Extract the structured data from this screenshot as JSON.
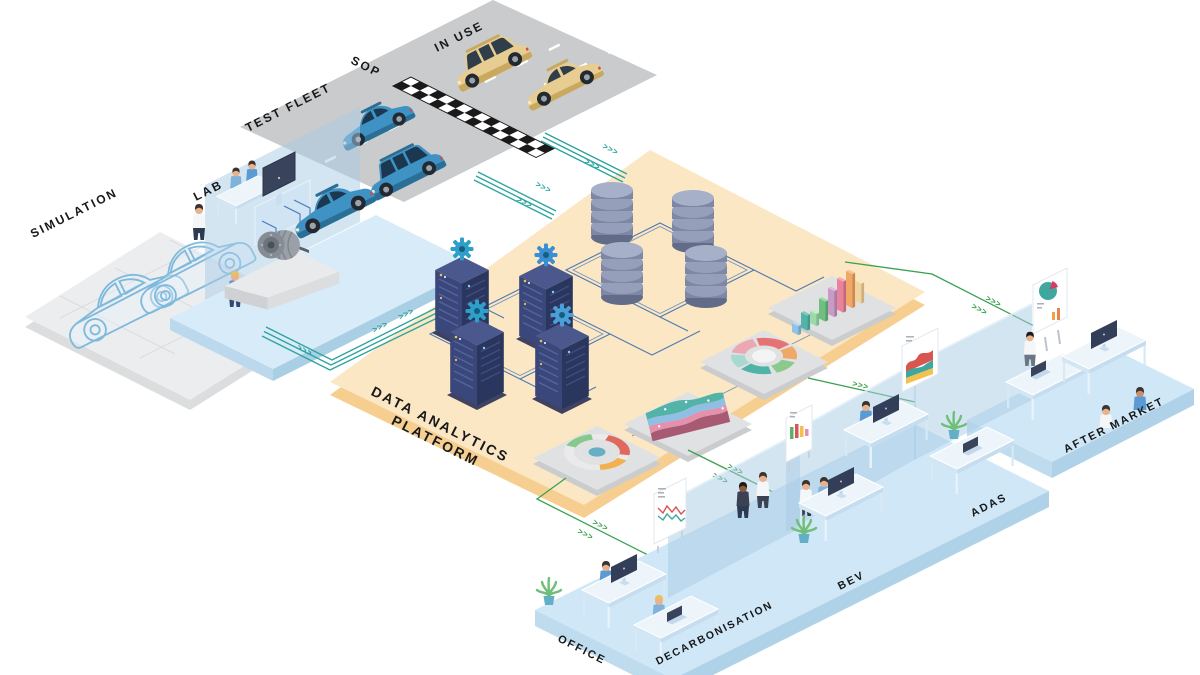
{
  "diagram": {
    "type": "isometric-automotive-data-analytics-illustration",
    "flow_marker": ">>>",
    "zones": {
      "simulation": {
        "label": "SIMULATION",
        "items": [
          "wireframe-car",
          "wireframe-car"
        ]
      },
      "lab": {
        "label": "LAB",
        "items": [
          "test-bench-screen",
          "electric-motor",
          "test-car",
          "engineers"
        ]
      },
      "test_fleet": {
        "label": "TEST FLEET",
        "items": [
          "test-car",
          "test-car"
        ]
      },
      "sop": {
        "label": "SOP",
        "items": [
          "checkered-start-of-production-line"
        ]
      },
      "in_use": {
        "label": "IN USE",
        "items": [
          "customer-car",
          "customer-car"
        ]
      },
      "data_platform": {
        "label_line1": "DATA ANALYTICS",
        "label_line2": "PLATFORM",
        "items": [
          "server-rack",
          "server-rack",
          "server-rack",
          "server-rack",
          "database",
          "database",
          "database",
          "database",
          "gauge-chart",
          "stacked-area-chart",
          "donut-chart",
          "3d-bar-chart"
        ]
      },
      "office": {
        "label": "OFFICE",
        "sections": [
          {
            "label": "DECARBONISATION",
            "items": [
              "flipchart-line-chart",
              "desk-with-monitor",
              "desk-with-laptop",
              "plant"
            ]
          },
          {
            "label": "BEV",
            "items": [
              "flipchart-bar-chart",
              "presenting-team",
              "desk-with-monitor",
              "plant"
            ]
          },
          {
            "label": "ADAS",
            "items": [
              "poster-area-chart",
              "desk-with-monitor",
              "desk-with-laptop",
              "plant"
            ]
          },
          {
            "label": "AFTER MARKET",
            "items": [
              "poster-pie-chart",
              "team-desk-with-monitors"
            ]
          }
        ]
      }
    },
    "colors": {
      "background": "#FFFFFF",
      "platform_top": "#FBE7C3",
      "platform_edge": "#F6CE90",
      "office_floor": "#CFE7F6",
      "office_floor_edge": "#AFD2E8",
      "office_wall": "#A9CCE5",
      "road": "#C9CBCD",
      "simulation_platform": "#ECEDEF",
      "lab_floor": "#D8EBF9",
      "lab_wall": "#BFDCF2",
      "data_line_teal": "#2EA39E",
      "insight_line_green": "#3AA14F",
      "circuit_blue": "#4273B4",
      "server_rack": "#35426F",
      "database": "#828CA8",
      "chart_tile": "#E0E1E3",
      "car_blue": "#3E93C4",
      "car_tan": "#E8CD92",
      "label_text": "#17181A"
    }
  }
}
